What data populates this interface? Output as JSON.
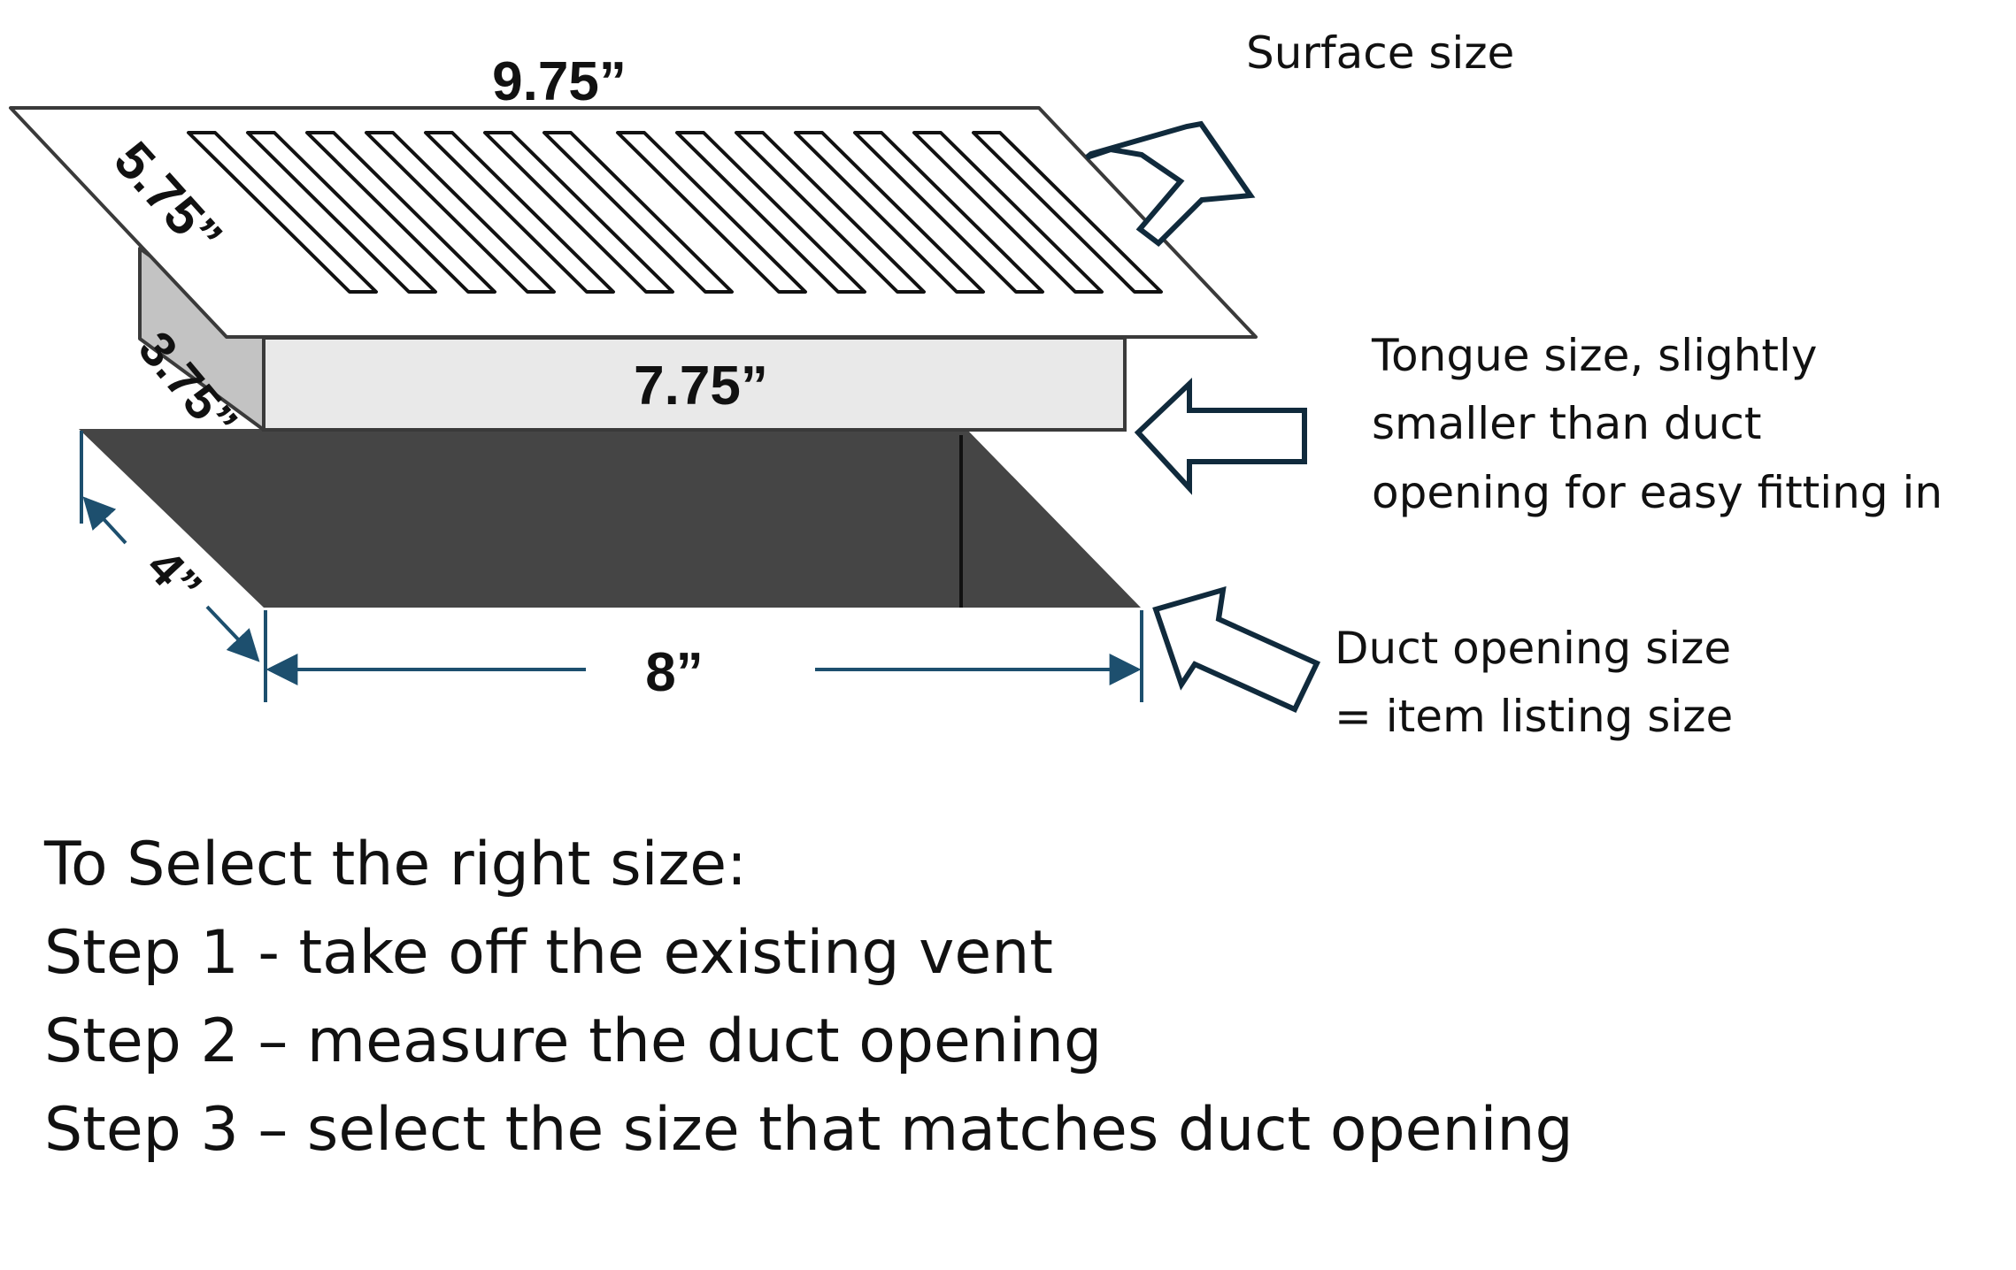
{
  "dimensions": {
    "surface_length": "9.75”",
    "surface_width": "5.75”",
    "tongue_length": "7.75”",
    "tongue_depth": "3.75”",
    "duct_length": "8”",
    "duct_width": "4”"
  },
  "callouts": {
    "surface": "Surface size",
    "tongue_lines": [
      "Tongue size, slightly",
      "smaller than duct",
      "opening for easy fitting in"
    ],
    "duct_lines": [
      "Duct opening size",
      "= item listing size"
    ]
  },
  "instructions": {
    "heading": "To Select the right size:",
    "steps": [
      "Step 1 - take off the existing vent",
      "Step 2 – measure the duct opening",
      "Step 3 – select the size that matches duct opening"
    ]
  },
  "colors": {
    "outline": "#3a3a3a",
    "plate_fill": "#ffffff",
    "tongue_fill": "#e9e9e9",
    "tongue_side": "#c3c3c3",
    "duct_fill": "#454545",
    "dimension_line": "#1d4f6e",
    "arrow_outline": "#102a3c",
    "text": "#111111"
  }
}
